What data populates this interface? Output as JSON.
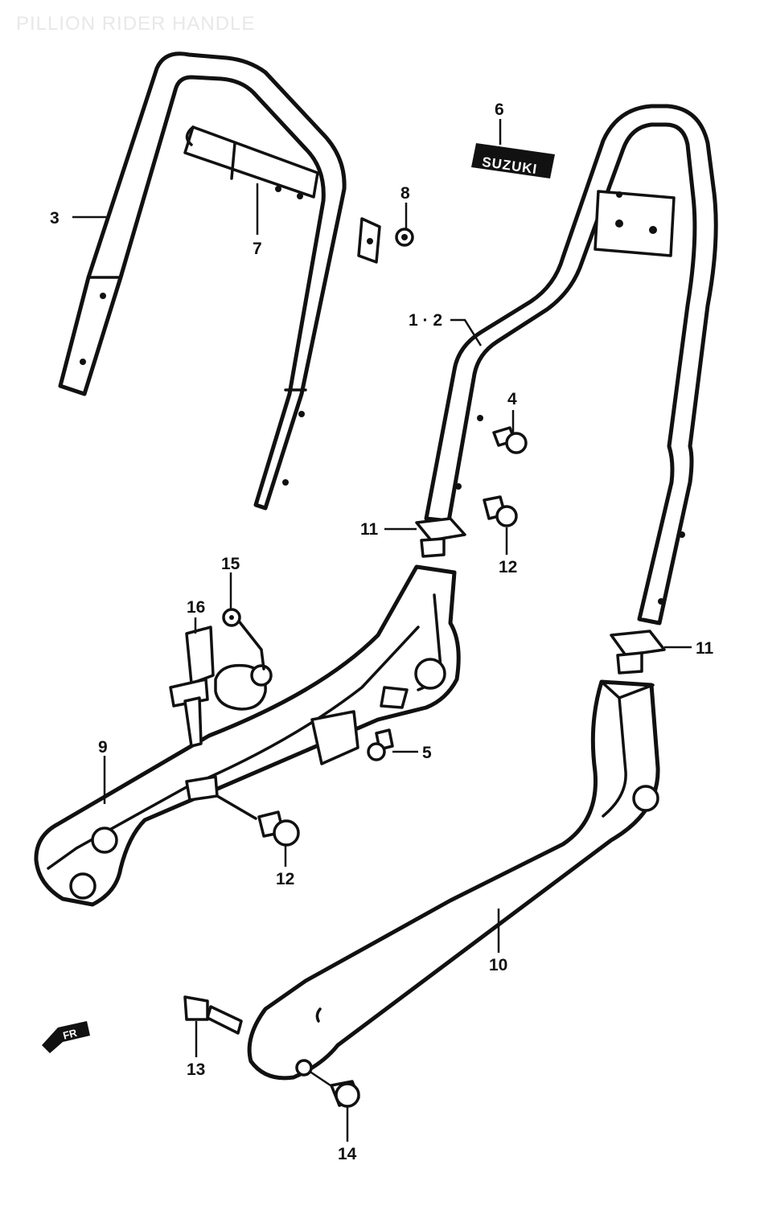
{
  "title": "PILLION RIDER HANDLE",
  "emblem_text": "SUZUKI",
  "front_arrow_text": "FR",
  "callouts": {
    "c1_2": "1 · 2",
    "c3": "3",
    "c4": "4",
    "c5": "5",
    "c6": "6",
    "c7": "7",
    "c8": "8",
    "c9": "9",
    "c10": "10",
    "c11a": "11",
    "c11b": "11",
    "c12a": "12",
    "c12b": "12",
    "c13": "13",
    "c14": "14",
    "c15": "15",
    "c16": "16"
  }
}
